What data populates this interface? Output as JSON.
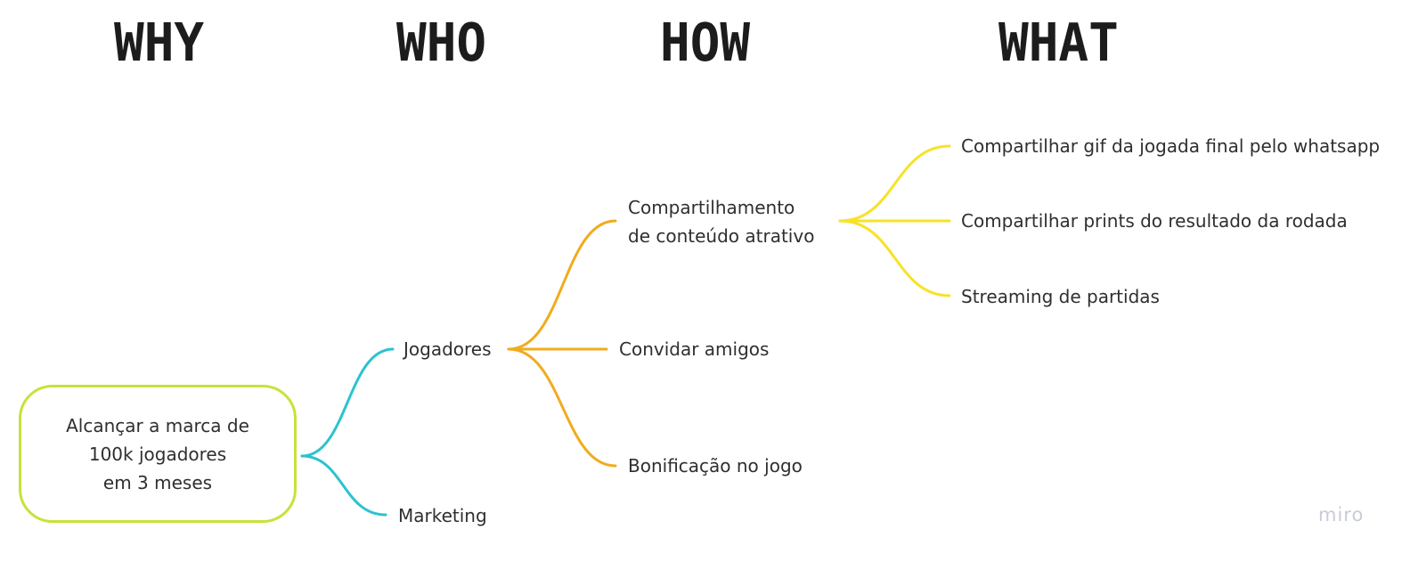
{
  "headings": {
    "why": "WHY",
    "who": "WHO",
    "how": "HOW",
    "what": "WHAT"
  },
  "root": {
    "lines": [
      "Alcançar a marca de",
      "100k jogadores",
      "em 3 meses"
    ]
  },
  "who": {
    "jogadores": "Jogadores",
    "marketing": "Marketing"
  },
  "how": {
    "compartilhamento": [
      "Compartilhamento",
      "de conteúdo atrativo"
    ],
    "convidar": "Convidar amigos",
    "bonificacao": "Bonificação no jogo"
  },
  "what": {
    "gif": "Compartilhar gif da jogada final pelo whatsapp",
    "prints": "Compartilhar prints do resultado da rodada",
    "streaming": "Streaming de partidas"
  },
  "watermark": "miro",
  "colors": {
    "root_border": "#c5e33a",
    "who_links": "#2bc3cf",
    "how_links": "#f0ac1e",
    "what_links": "#f7e228"
  }
}
